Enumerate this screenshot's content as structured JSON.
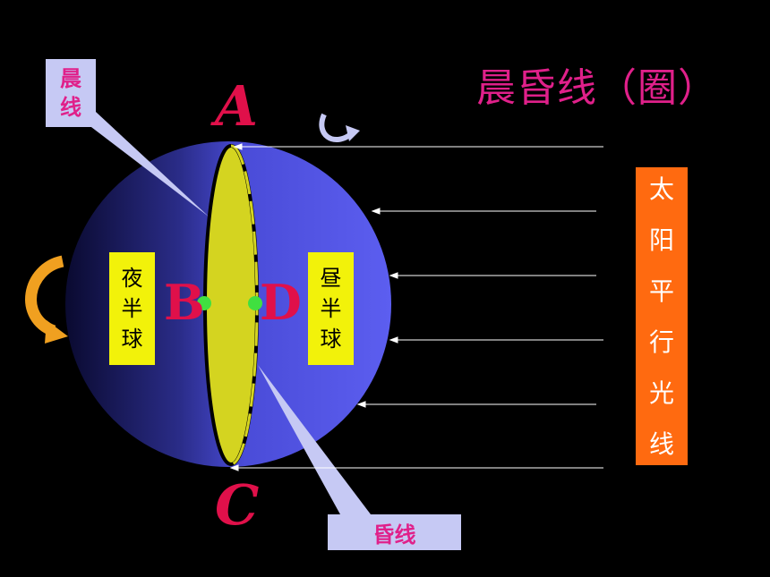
{
  "title": "晨昏线（圈）",
  "labels": {
    "dawn_line": "晨线",
    "dusk_line": "昏线",
    "night_hemisphere": "夜半球",
    "day_hemisphere": "昼半球",
    "sunlight": "太阳平行光线",
    "point_a": "A",
    "point_b": "B",
    "point_c": "C",
    "point_d": "D"
  },
  "colors": {
    "background": "#000000",
    "globe_day": "#5c5ef0",
    "globe_night": "#0a0a30",
    "terminator_fill": "#d4d420",
    "accent_pink": "#e0208a",
    "point_red": "#e0104a",
    "point_green": "#40e040",
    "label_box_lavender": "#c6c9f4",
    "hemisphere_box_yellow": "#f2f20a",
    "sun_box_orange": "#ff6a10",
    "rotation_arrow": "#f0a020"
  }
}
